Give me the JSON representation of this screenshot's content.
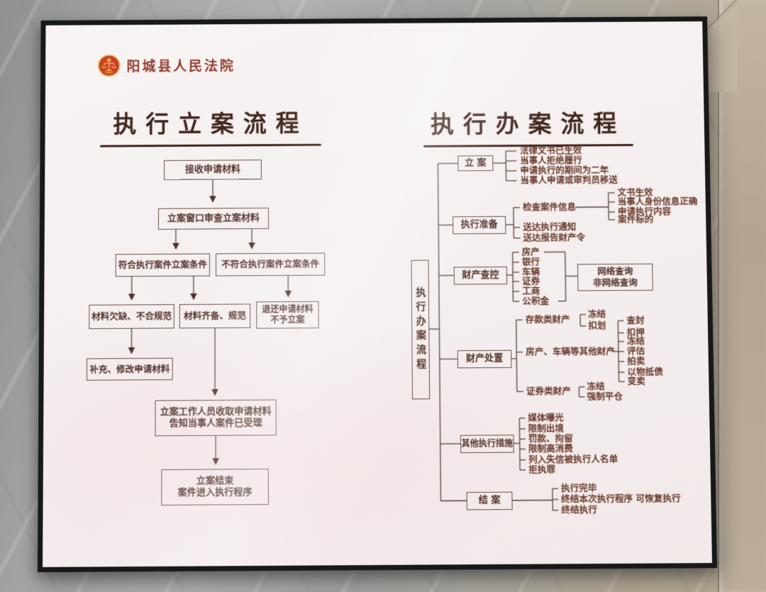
{
  "brand": {
    "court_name": "阳城县人民法院",
    "emblem": "court-emblem"
  },
  "colors": {
    "frame": "#17181a",
    "poster": "#f5efef",
    "title_brown": "#40251c",
    "brand_red": "#8e3a2b",
    "text_brown": "#693a2b",
    "line": "#57453c",
    "emblem_red": "#c8402b",
    "emblem_gold": "#e8b13c"
  },
  "left": {
    "title": "执行立案流程",
    "boxes": {
      "receive": "接收申请材料",
      "review": "立案窗口审查立案材料",
      "qualified": "符合执行案件立案条件",
      "unqualified": "不符合执行案件立案条件",
      "missing": "材料欠缺、不合规范",
      "complete": "材料齐备、规范",
      "return_line1": "退还申请材料",
      "return_line2": "不予立案",
      "supplement": "补充、修改申请材料",
      "accept_line1": "立案工作人员收取申请材料",
      "accept_line2": "告知当事人案件已受理",
      "finish_line1": "立案结束",
      "finish_line2": "案件进入执行程序"
    }
  },
  "right": {
    "title": "执行办案流程",
    "root": "执行办案流程",
    "sections": [
      {
        "label": "立 案",
        "items": [
          "法律文书已生效",
          "当事人拒绝履行",
          "申请执行的期间为二年",
          "当事人申请或审判员移送"
        ]
      },
      {
        "label": "执行准备",
        "items": [
          "检查案件信息",
          "送达执行通知",
          "送达报告财产令"
        ],
        "check_subitems": [
          "文书生效",
          "当事人身份信息正确",
          "申请执行内容",
          "案件标的"
        ]
      },
      {
        "label": "财产查控",
        "items": [
          "房产",
          "银行",
          "车辆",
          "证券",
          "工商",
          "公积金"
        ],
        "query_line1": "网络查询",
        "query_line2": "非网络查询"
      },
      {
        "label": "财产处置",
        "items": [
          "存款类财产",
          "房产、车辆等其他财产",
          "证券类财产"
        ],
        "sub_deposit": [
          "冻结",
          "扣划"
        ],
        "sub_other": [
          "查封",
          "扣押",
          "冻结",
          "评估",
          "拍卖",
          "以物抵债",
          "变卖"
        ],
        "sub_securities": [
          "冻结",
          "强制平仓"
        ]
      },
      {
        "label": "其他执行措施",
        "items": [
          "媒体曝光",
          "限制出境",
          "罚款、拘留",
          "限制高消费",
          "列入失信被执行人名单",
          "拒执罪"
        ]
      },
      {
        "label": "结 案",
        "items": [
          "执行完毕",
          "终结本次执行程序 可恢复执行",
          "终结执行"
        ]
      }
    ]
  }
}
